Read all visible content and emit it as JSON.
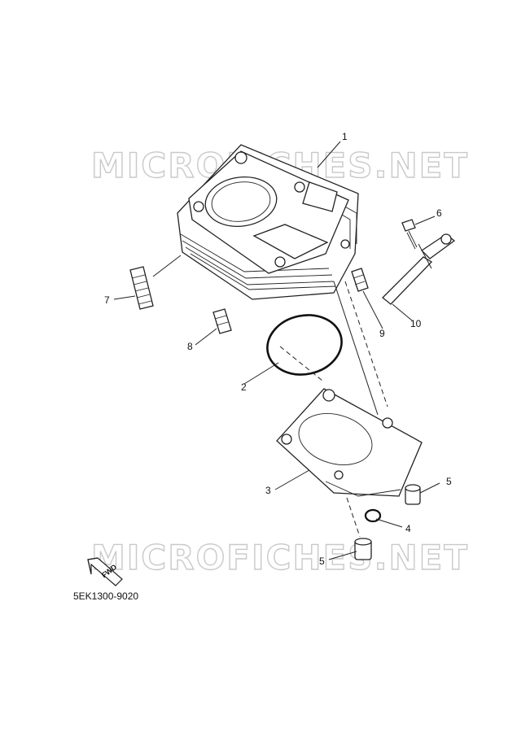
{
  "watermarks": [
    "MICROFICHES.NET",
    "MICROFICHES.NET"
  ],
  "callouts": [
    "1",
    "2",
    "3",
    "4",
    "5",
    "5",
    "6",
    "7",
    "8",
    "9",
    "10"
  ],
  "fwd_label": "FWD",
  "diagram_code": "5EK1300-9020",
  "colors": {
    "line": "#222222",
    "watermark": "#c9c9c9",
    "background": "#ffffff"
  }
}
